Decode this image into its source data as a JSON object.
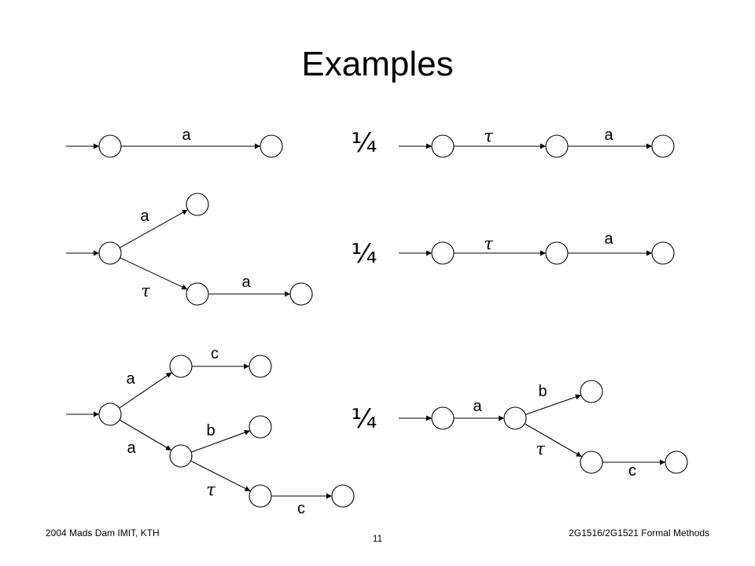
{
  "slide": {
    "title": "Examples",
    "footer_left": "2004 Mads Dam IMIT, KTH",
    "footer_center": "11",
    "footer_right": "2G1516/2G1521 Formal Methods"
  },
  "relation_symbol": "¼",
  "examples": [
    {
      "left": {
        "states": [
          "s0",
          "s1"
        ],
        "initial": "s0",
        "transitions": [
          {
            "from": "s0",
            "to": "s1",
            "label": "a"
          }
        ]
      },
      "right": {
        "states": [
          "s0",
          "s1",
          "s2"
        ],
        "initial": "s0",
        "transitions": [
          {
            "from": "s0",
            "to": "s1",
            "label": "τ"
          },
          {
            "from": "s1",
            "to": "s2",
            "label": "a"
          }
        ]
      }
    },
    {
      "left": {
        "states": [
          "s0",
          "s1",
          "s2",
          "s3"
        ],
        "initial": "s0",
        "transitions": [
          {
            "from": "s0",
            "to": "s1",
            "label": "a"
          },
          {
            "from": "s0",
            "to": "s2",
            "label": "τ"
          },
          {
            "from": "s2",
            "to": "s3",
            "label": "a"
          }
        ]
      },
      "right": {
        "states": [
          "s0",
          "s1",
          "s2"
        ],
        "initial": "s0",
        "transitions": [
          {
            "from": "s0",
            "to": "s1",
            "label": "τ"
          },
          {
            "from": "s1",
            "to": "s2",
            "label": "a"
          }
        ]
      }
    },
    {
      "left": {
        "states": [
          "s0",
          "s1",
          "s2",
          "s3",
          "s4",
          "s5",
          "s6"
        ],
        "initial": "s0",
        "transitions": [
          {
            "from": "s0",
            "to": "s1",
            "label": "a"
          },
          {
            "from": "s1",
            "to": "s3",
            "label": "c"
          },
          {
            "from": "s0",
            "to": "s2",
            "label": "a"
          },
          {
            "from": "s2",
            "to": "s4",
            "label": "b"
          },
          {
            "from": "s2",
            "to": "s5",
            "label": "τ"
          },
          {
            "from": "s5",
            "to": "s6",
            "label": "c"
          }
        ]
      },
      "right": {
        "states": [
          "s0",
          "s1",
          "s2",
          "s3",
          "s4"
        ],
        "initial": "s0",
        "transitions": [
          {
            "from": "s0",
            "to": "s1",
            "label": "a"
          },
          {
            "from": "s1",
            "to": "s2",
            "label": "b"
          },
          {
            "from": "s1",
            "to": "s3",
            "label": "τ"
          },
          {
            "from": "s3",
            "to": "s4",
            "label": "c"
          }
        ]
      }
    }
  ]
}
